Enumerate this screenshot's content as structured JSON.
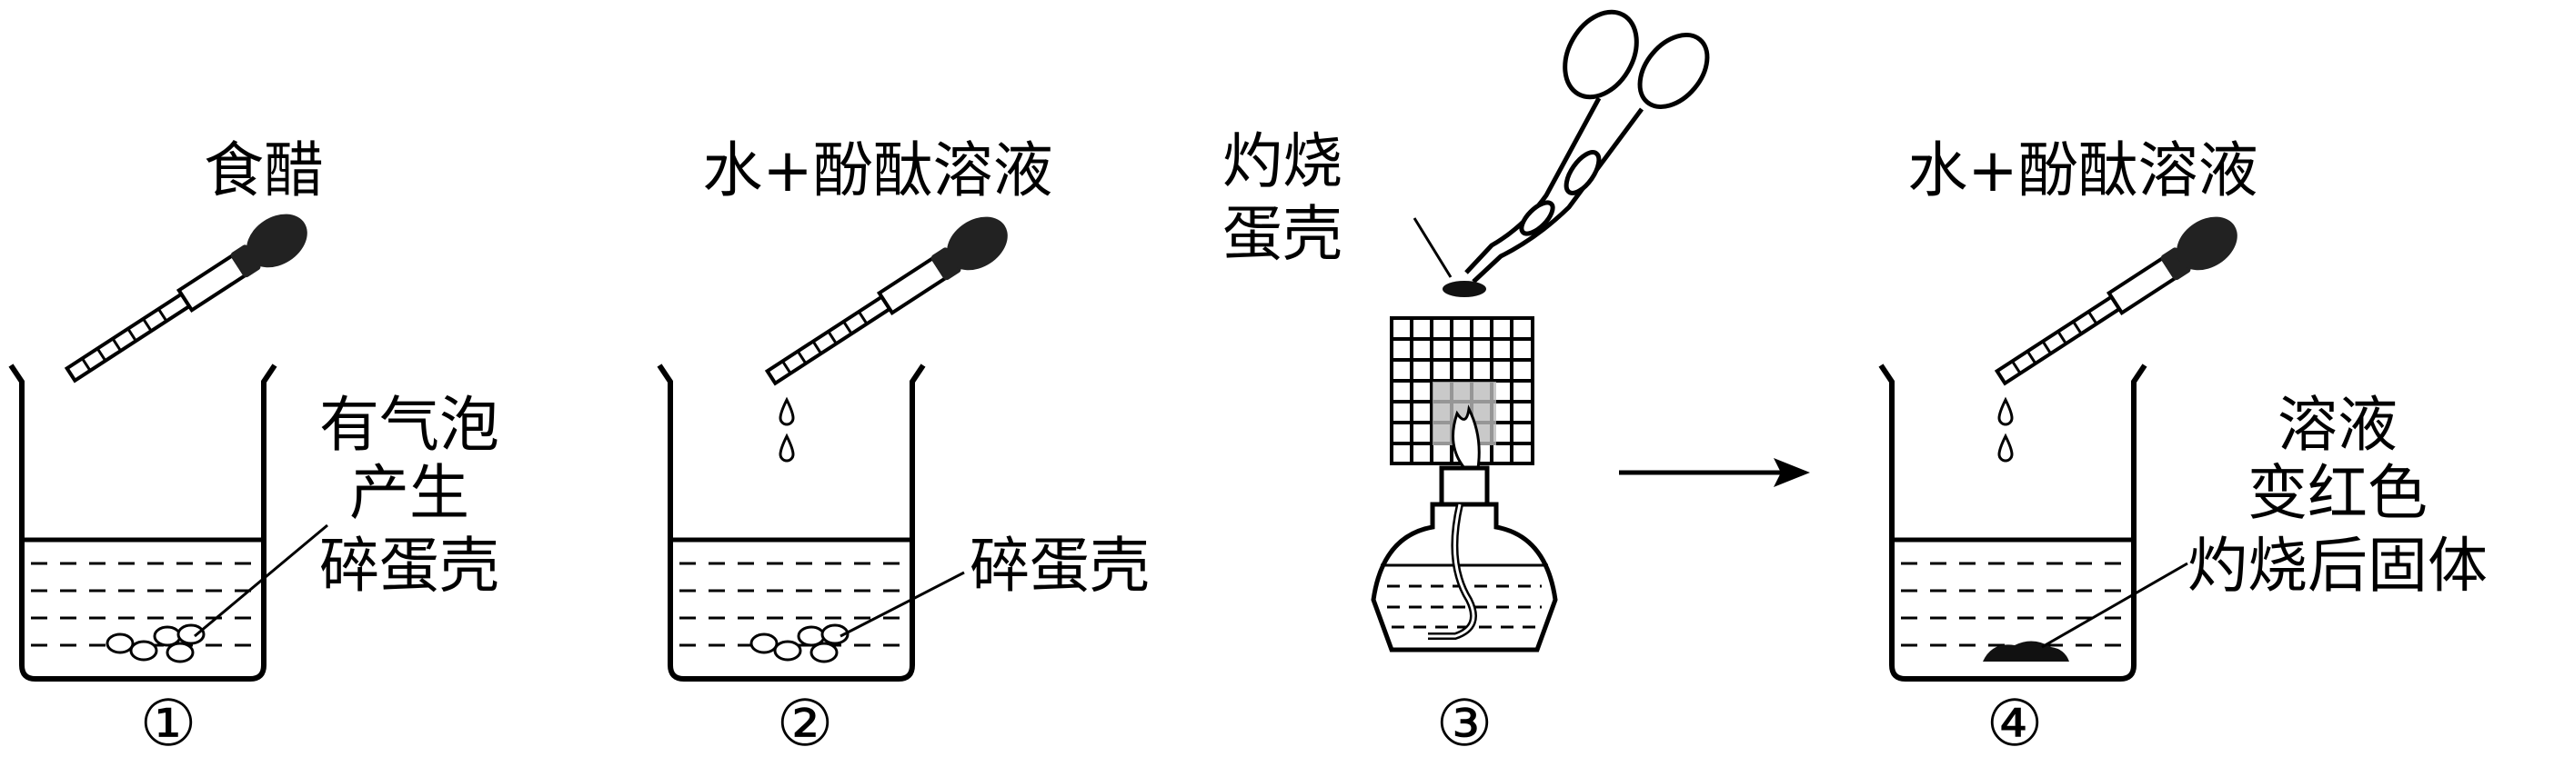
{
  "panels": [
    {
      "number": "①",
      "top_label": "食醋",
      "side_lines": [
        "有气泡",
        "产生",
        "碎蛋壳"
      ]
    },
    {
      "number": "②",
      "top_label": "水+酚酞溶液",
      "side_lines": [
        "碎蛋壳"
      ]
    },
    {
      "number": "③",
      "top_lines": [
        "灼烧",
        "蛋壳"
      ]
    },
    {
      "number": "④",
      "top_label": "水+酚酞溶液",
      "side_lines": [
        "溶液",
        "变红色",
        "灼烧后固体"
      ]
    }
  ]
}
